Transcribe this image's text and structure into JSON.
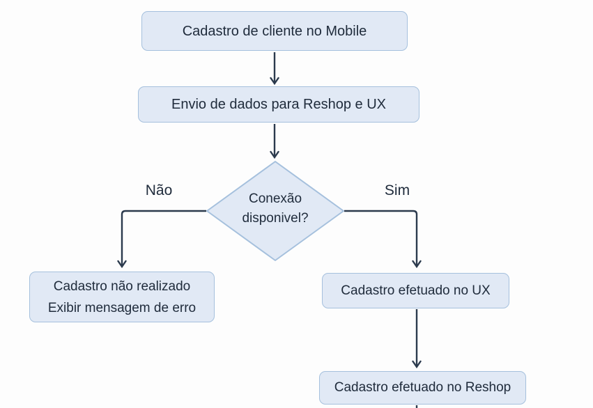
{
  "colors": {
    "bg": "#fdfdfd",
    "node_fill": "#e1e9f5",
    "node_border": "#a5c0dd",
    "line": "#2b3a4d",
    "text": "#202c3c"
  },
  "flowchart": {
    "nodes": {
      "start": {
        "type": "process",
        "label": "Cadastro de cliente no Mobile"
      },
      "send": {
        "type": "process",
        "label": "Envio de dados para Reshop e UX"
      },
      "decision": {
        "type": "decision",
        "line1": "Conexão",
        "line2": "disponivel?"
      },
      "fail": {
        "type": "process",
        "line1": "Cadastro não realizado",
        "line2": "Exibir mensagem de erro"
      },
      "ux": {
        "type": "process",
        "label": "Cadastro efetuado no UX"
      },
      "reshop": {
        "type": "process",
        "label": "Cadastro efetuado no Reshop"
      }
    },
    "edges": {
      "start_to_send": {
        "from": "start",
        "to": "send"
      },
      "send_to_decision": {
        "from": "send",
        "to": "decision"
      },
      "no": {
        "from": "decision",
        "to": "fail",
        "label": "Não"
      },
      "yes": {
        "from": "decision",
        "to": "ux",
        "label": "Sim"
      },
      "ux_to_reshop": {
        "from": "ux",
        "to": "reshop"
      },
      "reshop_out": {
        "from": "reshop",
        "to": ""
      }
    }
  }
}
